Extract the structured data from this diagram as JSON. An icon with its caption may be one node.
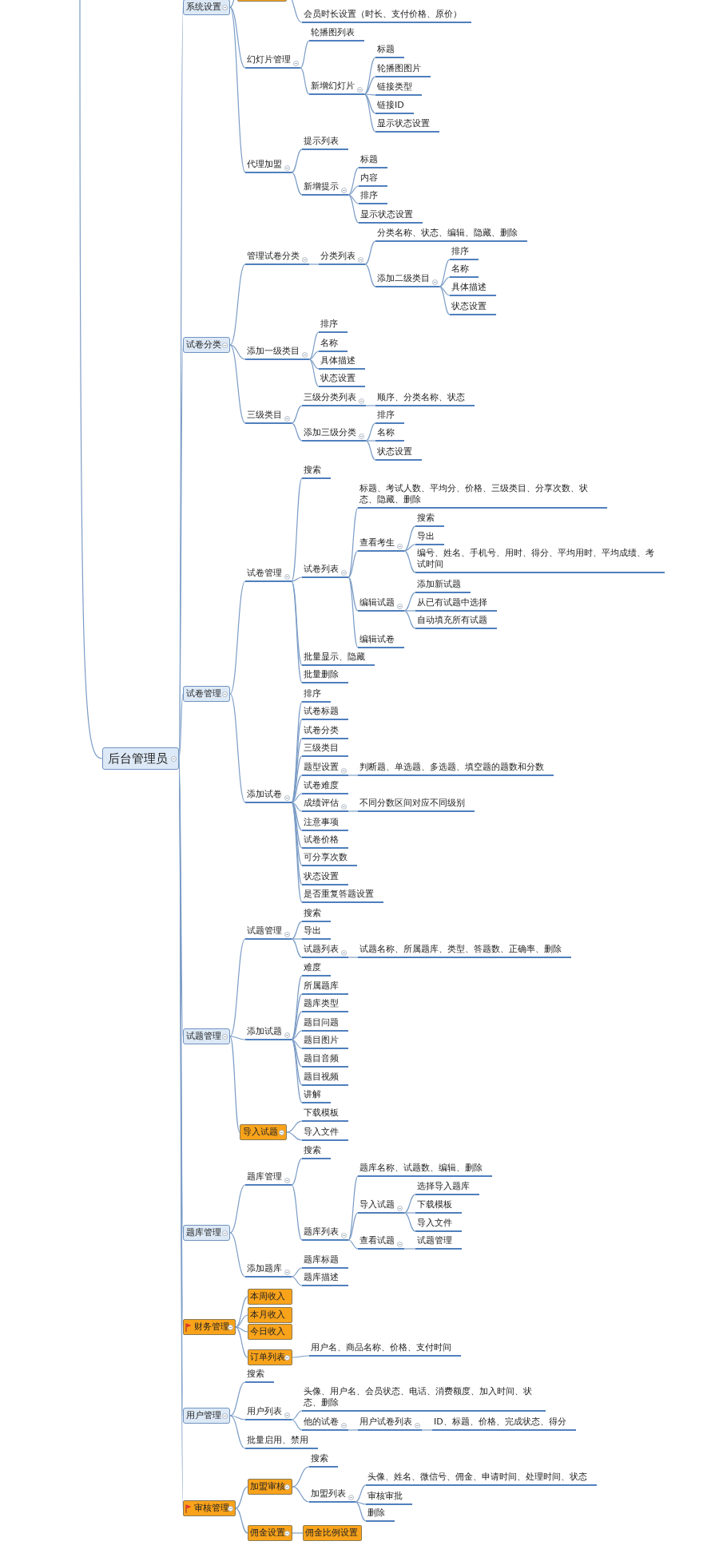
{
  "diagram": {
    "nodes": [
      {
        "text": [
          "后台管理员"
        ]
      },
      {
        "text": [
          "系统设置"
        ]
      },
      {
        "text": [],
        "shape": "box"
      },
      {
        "text": [
          "会员时长设置（时长、支付价格、原价）"
        ]
      },
      {
        "text": [
          "幻灯片管理"
        ]
      },
      {
        "text": [
          "轮播图列表"
        ]
      },
      {
        "text": [
          "新增幻灯片"
        ]
      },
      {
        "text": [
          "标题"
        ]
      },
      {
        "text": [
          "轮播图图片"
        ]
      },
      {
        "text": [
          "链接类型"
        ]
      },
      {
        "text": [
          "链接ID"
        ]
      },
      {
        "text": [
          "显示状态设置"
        ]
      },
      {
        "text": [
          "代理加盟"
        ]
      },
      {
        "text": [
          "提示列表"
        ]
      },
      {
        "text": [
          "新增提示"
        ]
      },
      {
        "text": [
          "标题"
        ]
      },
      {
        "text": [
          "内容"
        ]
      },
      {
        "text": [
          "排序"
        ]
      },
      {
        "text": [
          "显示状态设置"
        ]
      },
      {
        "text": [
          "试卷分类"
        ]
      },
      {
        "text": [
          "管理试卷分类"
        ]
      },
      {
        "text": [
          "分类列表"
        ]
      },
      {
        "text": [
          "分类名称、状态、编辑、隐藏、删除"
        ]
      },
      {
        "text": [
          "添加二级类目"
        ]
      },
      {
        "text": [
          "排序"
        ]
      },
      {
        "text": [
          "名称"
        ]
      },
      {
        "text": [
          "具体描述"
        ]
      },
      {
        "text": [
          "状态设置"
        ]
      },
      {
        "text": [
          "添加一级类目"
        ]
      },
      {
        "text": [
          "排序"
        ]
      },
      {
        "text": [
          "名称"
        ]
      },
      {
        "text": [
          "具体描述"
        ]
      },
      {
        "text": [
          "状态设置"
        ]
      },
      {
        "text": [
          "三级类目"
        ]
      },
      {
        "text": [
          "三级分类列表"
        ]
      },
      {
        "text": [
          "顺序、分类名称、状态"
        ]
      },
      {
        "text": [
          "添加三级分类"
        ]
      },
      {
        "text": [
          "排序"
        ]
      },
      {
        "text": [
          "名称"
        ]
      },
      {
        "text": [
          "状态设置"
        ]
      },
      {
        "text": [
          "试卷管理"
        ]
      },
      {
        "text": [
          "试卷管理"
        ]
      },
      {
        "text": [
          "搜索"
        ]
      },
      {
        "text": [
          "试卷列表"
        ]
      },
      {
        "text": [
          "标题、考试人数、平均分、价格、三级类目、分享次数、状态、隐藏、删除"
        ]
      },
      {
        "text": [
          "查看考生"
        ]
      },
      {
        "text": [
          "搜索"
        ]
      },
      {
        "text": [
          "导出"
        ]
      },
      {
        "text": [
          "编号、姓名、手机号、用时、得分、平均用时、平均成绩、考试时间"
        ]
      },
      {
        "text": [
          "编辑试题"
        ]
      },
      {
        "text": [
          "添加新试题"
        ]
      },
      {
        "text": [
          "从已有试题中选择"
        ]
      },
      {
        "text": [
          "自动填充所有试题"
        ]
      },
      {
        "text": [
          "编辑试卷"
        ]
      },
      {
        "text": [
          "批量显示、隐藏"
        ]
      },
      {
        "text": [
          "批量删除"
        ]
      },
      {
        "text": [
          "添加试卷"
        ]
      },
      {
        "text": [
          "排序"
        ]
      },
      {
        "text": [
          "试卷标题"
        ]
      },
      {
        "text": [
          "试卷分类"
        ]
      },
      {
        "text": [
          "三级类目"
        ]
      },
      {
        "text": [
          "题型设置"
        ]
      },
      {
        "text": [
          "判断题、单选题、多选题、填空题的题数和分数"
        ]
      },
      {
        "text": [
          "试卷难度"
        ]
      },
      {
        "text": [
          "成绩评估"
        ]
      },
      {
        "text": [
          "不同分数区间对应不同级别"
        ]
      },
      {
        "text": [
          "注意事项"
        ]
      },
      {
        "text": [
          "试卷价格"
        ]
      },
      {
        "text": [
          "可分享次数"
        ]
      },
      {
        "text": [
          "状态设置"
        ]
      },
      {
        "text": [
          "是否重复答题设置"
        ]
      },
      {
        "text": [
          "试题管理"
        ]
      },
      {
        "text": [
          "试题管理"
        ]
      },
      {
        "text": [
          "搜索"
        ]
      },
      {
        "text": [
          "导出"
        ]
      },
      {
        "text": [
          "试题列表"
        ]
      },
      {
        "text": [
          "试题名称、所属题库、类型、答题数、正确率、删除"
        ]
      },
      {
        "text": [
          "添加试题"
        ]
      },
      {
        "text": [
          "难度"
        ]
      },
      {
        "text": [
          "所属题库"
        ]
      },
      {
        "text": [
          "题库类型"
        ]
      },
      {
        "text": [
          "题目问题"
        ]
      },
      {
        "text": [
          "题目图片"
        ]
      },
      {
        "text": [
          "题目音频"
        ]
      },
      {
        "text": [
          "题目视频"
        ]
      },
      {
        "text": [
          "讲解"
        ]
      },
      {
        "text": [
          "导入试题"
        ]
      },
      {
        "text": [
          "下载模板"
        ]
      },
      {
        "text": [
          "导入文件"
        ]
      },
      {
        "text": [
          "题库管理"
        ]
      },
      {
        "text": [
          "题库管理"
        ]
      },
      {
        "text": [
          "搜索"
        ]
      },
      {
        "text": [
          "题库列表"
        ]
      },
      {
        "text": [
          "题库名称、试题数、编辑、删除"
        ]
      },
      {
        "text": [
          "导入试题"
        ]
      },
      {
        "text": [
          "选择导入题库"
        ]
      },
      {
        "text": [
          "下载模板"
        ]
      },
      {
        "text": [
          "导入文件"
        ]
      },
      {
        "text": [
          "查看试题"
        ]
      },
      {
        "text": [
          "试题管理"
        ]
      },
      {
        "text": [
          "添加题库"
        ]
      },
      {
        "text": [
          "题库标题"
        ]
      },
      {
        "text": [
          "题库描述"
        ]
      },
      {
        "text": [
          "财务管理"
        ]
      },
      {
        "text": [
          "本周收入"
        ]
      },
      {
        "text": [
          "本月收入"
        ]
      },
      {
        "text": [
          "今日收入"
        ]
      },
      {
        "text": [
          "订单列表"
        ]
      },
      {
        "text": [
          "用户名、商品名称、价格、支付时间"
        ]
      },
      {
        "text": [
          "用户管理"
        ]
      },
      {
        "text": [
          "搜索"
        ]
      },
      {
        "text": [
          "用户列表"
        ]
      },
      {
        "text": [
          "头像、用户名、会员状态、电话、消费额度、加入时间、状态、删除"
        ]
      },
      {
        "text": [
          "他的试卷"
        ]
      },
      {
        "text": [
          "用户试卷列表"
        ]
      },
      {
        "text": [
          "ID、标题、价格、完成状态、得分"
        ]
      },
      {
        "text": [
          "批量启用、禁用"
        ]
      },
      {
        "text": [
          "审核管理"
        ]
      },
      {
        "text": [
          "加盟审核"
        ]
      },
      {
        "text": [
          "搜索"
        ]
      },
      {
        "text": [
          "加盟列表"
        ]
      },
      {
        "text": [
          "头像、姓名、微信号、佣金、申请时间、处理时间、状态"
        ]
      },
      {
        "text": [
          "审核审批"
        ]
      },
      {
        "text": [
          "删除"
        ]
      },
      {
        "text": [
          "佣金设置"
        ]
      },
      {
        "text": [
          "佣金比例设置"
        ]
      }
    ],
    "edges": [
      {
        "from": null,
        "to": 0,
        "arrow": "none"
      },
      {
        "from": 0,
        "to": 1,
        "arrow": "none"
      },
      {
        "from": 1,
        "to": 2,
        "arrow": "none"
      },
      {
        "from": 2,
        "to": 3,
        "arrow": "none"
      },
      {
        "from": 1,
        "to": 4,
        "arrow": "none"
      },
      {
        "from": 4,
        "to": 5,
        "arrow": "none"
      },
      {
        "from": 4,
        "to": 6,
        "arrow": "none"
      },
      {
        "from": 6,
        "to": 7,
        "arrow": "none"
      },
      {
        "from": 6,
        "to": 8,
        "arrow": "none"
      },
      {
        "from": 6,
        "to": 9,
        "arrow": "none"
      },
      {
        "from": 6,
        "to": 10,
        "arrow": "none"
      },
      {
        "from": 6,
        "to": 11,
        "arrow": "none"
      },
      {
        "from": 1,
        "to": 12,
        "arrow": "none"
      },
      {
        "from": 12,
        "to": 13,
        "arrow": "none"
      },
      {
        "from": 12,
        "to": 14,
        "arrow": "none"
      },
      {
        "from": 14,
        "to": 15,
        "arrow": "none"
      },
      {
        "from": 14,
        "to": 16,
        "arrow": "none"
      },
      {
        "from": 14,
        "to": 17,
        "arrow": "none"
      },
      {
        "from": 14,
        "to": 18,
        "arrow": "none"
      },
      {
        "from": 0,
        "to": 19,
        "arrow": "none"
      },
      {
        "from": 19,
        "to": 20,
        "arrow": "none"
      },
      {
        "from": 20,
        "to": 21,
        "arrow": "none"
      },
      {
        "from": 21,
        "to": 22,
        "arrow": "none"
      },
      {
        "from": 21,
        "to": 23,
        "arrow": "none"
      },
      {
        "from": 23,
        "to": 24,
        "arrow": "none"
      },
      {
        "from": 23,
        "to": 25,
        "arrow": "none"
      },
      {
        "from": 23,
        "to": 26,
        "arrow": "none"
      },
      {
        "from": 23,
        "to": 27,
        "arrow": "none"
      },
      {
        "from": 19,
        "to": 28,
        "arrow": "none"
      },
      {
        "from": 28,
        "to": 29,
        "arrow": "none"
      },
      {
        "from": 28,
        "to": 30,
        "arrow": "none"
      },
      {
        "from": 28,
        "to": 31,
        "arrow": "none"
      },
      {
        "from": 28,
        "to": 32,
        "arrow": "none"
      },
      {
        "from": 19,
        "to": 33,
        "arrow": "none"
      },
      {
        "from": 33,
        "to": 34,
        "arrow": "none"
      },
      {
        "from": 34,
        "to": 35,
        "arrow": "none"
      },
      {
        "from": 33,
        "to": 36,
        "arrow": "none"
      },
      {
        "from": 36,
        "to": 37,
        "arrow": "none"
      },
      {
        "from": 36,
        "to": 38,
        "arrow": "none"
      },
      {
        "from": 36,
        "to": 39,
        "arrow": "none"
      },
      {
        "from": 0,
        "to": 40,
        "arrow": "none"
      },
      {
        "from": 40,
        "to": 41,
        "arrow": "none"
      },
      {
        "from": 41,
        "to": 42,
        "arrow": "none"
      },
      {
        "from": 41,
        "to": 43,
        "arrow": "none"
      },
      {
        "from": 43,
        "to": 44,
        "arrow": "none"
      },
      {
        "from": 43,
        "to": 45,
        "arrow": "none"
      },
      {
        "from": 45,
        "to": 46,
        "arrow": "none"
      },
      {
        "from": 45,
        "to": 47,
        "arrow": "none"
      },
      {
        "from": 45,
        "to": 48,
        "arrow": "none"
      },
      {
        "from": 43,
        "to": 49,
        "arrow": "none"
      },
      {
        "from": 49,
        "to": 50,
        "arrow": "none"
      },
      {
        "from": 49,
        "to": 51,
        "arrow": "none"
      },
      {
        "from": 49,
        "to": 52,
        "arrow": "none"
      },
      {
        "from": 43,
        "to": 53,
        "arrow": "none"
      },
      {
        "from": 41,
        "to": 54,
        "arrow": "none"
      },
      {
        "from": 41,
        "to": 55,
        "arrow": "none"
      },
      {
        "from": 40,
        "to": 56,
        "arrow": "none"
      },
      {
        "from": 56,
        "to": 57,
        "arrow": "none"
      },
      {
        "from": 56,
        "to": 58,
        "arrow": "none"
      },
      {
        "from": 56,
        "to": 59,
        "arrow": "none"
      },
      {
        "from": 56,
        "to": 60,
        "arrow": "none"
      },
      {
        "from": 56,
        "to": 61,
        "arrow": "none"
      },
      {
        "from": 61,
        "to": 62,
        "arrow": "none"
      },
      {
        "from": 56,
        "to": 63,
        "arrow": "none"
      },
      {
        "from": 56,
        "to": 64,
        "arrow": "none"
      },
      {
        "from": 64,
        "to": 65,
        "arrow": "none"
      },
      {
        "from": 56,
        "to": 66,
        "arrow": "none"
      },
      {
        "from": 56,
        "to": 67,
        "arrow": "none"
      },
      {
        "from": 56,
        "to": 68,
        "arrow": "none"
      },
      {
        "from": 56,
        "to": 69,
        "arrow": "none"
      },
      {
        "from": 56,
        "to": 70,
        "arrow": "none"
      },
      {
        "from": 0,
        "to": 71,
        "arrow": "none"
      },
      {
        "from": 71,
        "to": 72,
        "arrow": "none"
      },
      {
        "from": 72,
        "to": 73,
        "arrow": "none"
      },
      {
        "from": 72,
        "to": 74,
        "arrow": "none"
      },
      {
        "from": 72,
        "to": 75,
        "arrow": "none"
      },
      {
        "from": 75,
        "to": 76,
        "arrow": "none"
      },
      {
        "from": 71,
        "to": 77,
        "arrow": "none"
      },
      {
        "from": 77,
        "to": 78,
        "arrow": "none"
      },
      {
        "from": 77,
        "to": 79,
        "arrow": "none"
      },
      {
        "from": 77,
        "to": 80,
        "arrow": "none"
      },
      {
        "from": 77,
        "to": 81,
        "arrow": "none"
      },
      {
        "from": 77,
        "to": 82,
        "arrow": "none"
      },
      {
        "from": 77,
        "to": 83,
        "arrow": "none"
      },
      {
        "from": 77,
        "to": 84,
        "arrow": "none"
      },
      {
        "from": 77,
        "to": 85,
        "arrow": "none"
      },
      {
        "from": 71,
        "to": 86,
        "arrow": "none"
      },
      {
        "from": 86,
        "to": 87,
        "arrow": "none"
      },
      {
        "from": 86,
        "to": 88,
        "arrow": "none"
      },
      {
        "from": 0,
        "to": 89,
        "arrow": "none"
      },
      {
        "from": 89,
        "to": 90,
        "arrow": "none"
      },
      {
        "from": 90,
        "to": 91,
        "arrow": "none"
      },
      {
        "from": 90,
        "to": 92,
        "arrow": "none"
      },
      {
        "from": 92,
        "to": 93,
        "arrow": "none"
      },
      {
        "from": 92,
        "to": 94,
        "arrow": "none"
      },
      {
        "from": 94,
        "to": 95,
        "arrow": "none"
      },
      {
        "from": 94,
        "to": 96,
        "arrow": "none"
      },
      {
        "from": 94,
        "to": 97,
        "arrow": "none"
      },
      {
        "from": 92,
        "to": 98,
        "arrow": "none"
      },
      {
        "from": 98,
        "to": 99,
        "arrow": "none"
      },
      {
        "from": 89,
        "to": 100,
        "arrow": "none"
      },
      {
        "from": 100,
        "to": 101,
        "arrow": "none"
      },
      {
        "from": 100,
        "to": 102,
        "arrow": "none"
      },
      {
        "from": 0,
        "to": 103,
        "arrow": "none"
      },
      {
        "from": 103,
        "to": 104,
        "arrow": "none"
      },
      {
        "from": 103,
        "to": 105,
        "arrow": "none"
      },
      {
        "from": 103,
        "to": 106,
        "arrow": "none"
      },
      {
        "from": 103,
        "to": 107,
        "arrow": "none"
      },
      {
        "from": 107,
        "to": 108,
        "arrow": "none"
      },
      {
        "from": 0,
        "to": 109,
        "arrow": "none"
      },
      {
        "from": 109,
        "to": 110,
        "arrow": "none"
      },
      {
        "from": 109,
        "to": 111,
        "arrow": "none"
      },
      {
        "from": 111,
        "to": 112,
        "arrow": "none"
      },
      {
        "from": 111,
        "to": 113,
        "arrow": "none"
      },
      {
        "from": 113,
        "to": 114,
        "arrow": "none"
      },
      {
        "from": 114,
        "to": 115,
        "arrow": "none"
      },
      {
        "from": 109,
        "to": 116,
        "arrow": "none"
      },
      {
        "from": 0,
        "to": 117,
        "arrow": "none"
      },
      {
        "from": 117,
        "to": 118,
        "arrow": "none"
      },
      {
        "from": 118,
        "to": 119,
        "arrow": "none"
      },
      {
        "from": 118,
        "to": 120,
        "arrow": "none"
      },
      {
        "from": 120,
        "to": 121,
        "arrow": "none"
      },
      {
        "from": 120,
        "to": 122,
        "arrow": "none"
      },
      {
        "from": 120,
        "to": 123,
        "arrow": "none"
      },
      {
        "from": 117,
        "to": 124,
        "arrow": "none"
      },
      {
        "from": 124,
        "to": 125,
        "arrow": "none"
      }
    ]
  }
}
